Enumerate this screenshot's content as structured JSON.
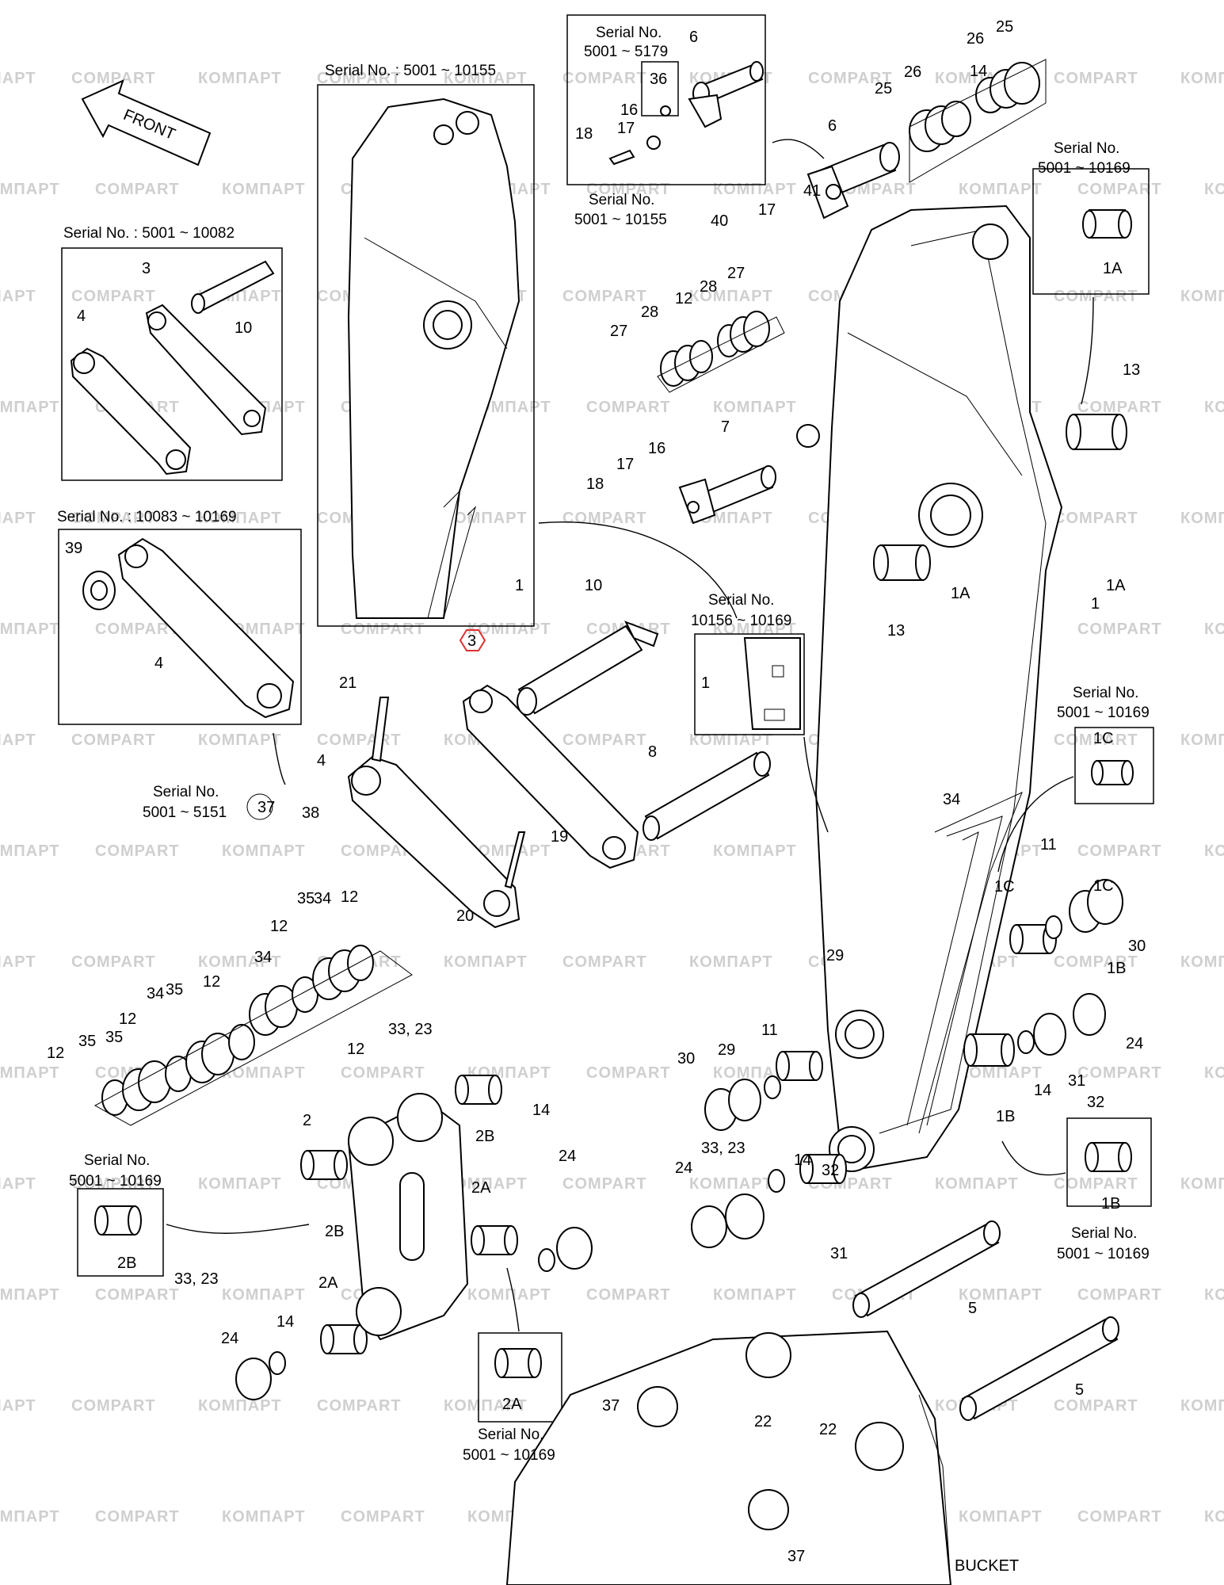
{
  "watermark": {
    "text_latin": "COMPART",
    "text_cyrillic": "КОМПАРТ"
  },
  "front_arrow": {
    "label": "FRONT"
  },
  "bucket_label": "BUCKET",
  "serial_labels": [
    {
      "id": "s1",
      "text": "Serial No. : 5001 ~ 10155"
    },
    {
      "id": "s2a",
      "text": "Serial No."
    },
    {
      "id": "s2b",
      "text": "5001 ~ 5179"
    },
    {
      "id": "s3a",
      "text": "Serial No."
    },
    {
      "id": "s3b",
      "text": "5001 ~ 10155"
    },
    {
      "id": "s4",
      "text": "Serial No. : 5001 ~ 10082"
    },
    {
      "id": "s5",
      "text": "Serial No. : 10083 ~ 10169"
    },
    {
      "id": "s6a",
      "text": "Serial No."
    },
    {
      "id": "s6b",
      "text": "5001 ~ 10169"
    },
    {
      "id": "s7a",
      "text": "Serial No."
    },
    {
      "id": "s7b",
      "text": "10156 ~ 10169"
    },
    {
      "id": "s8a",
      "text": "Serial No."
    },
    {
      "id": "s8b",
      "text": "5001 ~ 5151"
    },
    {
      "id": "s9a",
      "text": "Serial No."
    },
    {
      "id": "s9b",
      "text": "5001 ~ 10169"
    },
    {
      "id": "s10a",
      "text": "Serial No."
    },
    {
      "id": "s10b",
      "text": "5001 ~ 10169"
    },
    {
      "id": "s11a",
      "text": "Serial No."
    },
    {
      "id": "s11b",
      "text": "5001 ~ 10169"
    },
    {
      "id": "s12a",
      "text": "Serial No."
    },
    {
      "id": "s12b",
      "text": "5001 ~ 10169"
    }
  ],
  "callouts": [
    "1",
    "1",
    "1",
    "1A",
    "1A",
    "1A",
    "1B",
    "1B",
    "1B",
    "1C",
    "1C",
    "1C",
    "2",
    "2A",
    "2A",
    "2A",
    "2B",
    "2B",
    "2B",
    "3",
    "3",
    "4",
    "4",
    "4",
    "5",
    "5",
    "6",
    "6",
    "7",
    "8",
    "10",
    "10",
    "11",
    "11",
    "12",
    "12",
    "12",
    "12",
    "12",
    "12",
    "12",
    "13",
    "13",
    "14",
    "14",
    "14",
    "14",
    "14",
    "16",
    "16",
    "17",
    "17",
    "17",
    "18",
    "18",
    "19",
    "20",
    "21",
    "22",
    "22",
    "24",
    "24",
    "24",
    "24",
    "25",
    "25",
    "26",
    "26",
    "27",
    "27",
    "28",
    "28",
    "29",
    "29",
    "30",
    "30",
    "31",
    "31",
    "32",
    "32",
    "33, 23",
    "33, 23",
    "33, 23",
    "34",
    "34",
    "34",
    "34",
    "35",
    "35",
    "35",
    "35",
    "36",
    "37",
    "37",
    "37",
    "38",
    "39",
    "40",
    "41"
  ],
  "highlighted_callout": "3"
}
